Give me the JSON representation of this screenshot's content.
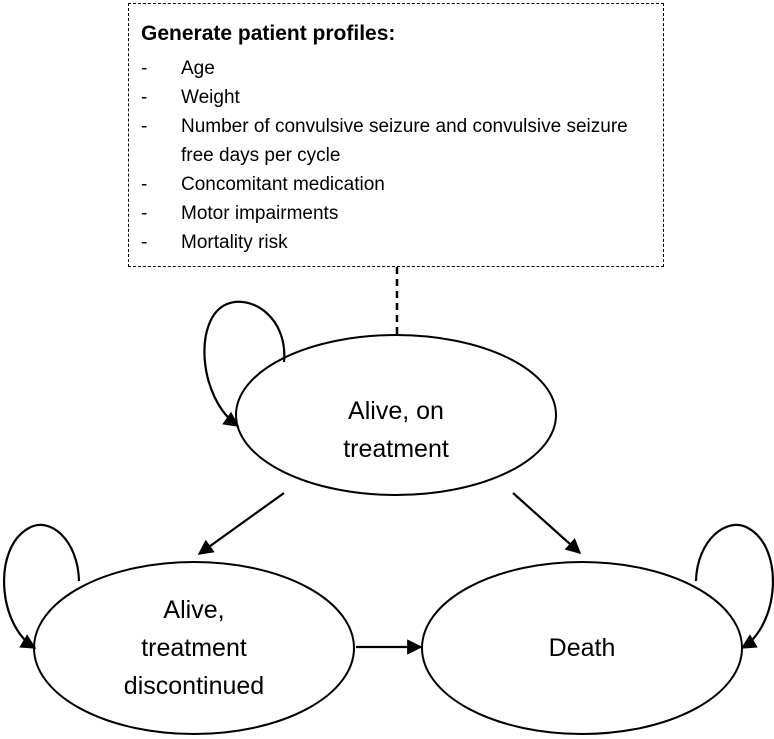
{
  "profile": {
    "title": "Generate patient profiles:",
    "bullet": "-",
    "items": [
      "Age",
      "Weight",
      "Number of convulsive seizure and convulsive seizure free days per cycle",
      "Concomitant medication",
      "Motor impairments",
      "Mortality risk"
    ]
  },
  "nodes": {
    "alive_on_treatment": {
      "line1": "Alive, on",
      "line2": "treatment"
    },
    "alive_discontinued": {
      "line1": "Alive,",
      "line2": "treatment",
      "line3": "discontinued"
    },
    "death": {
      "line1": "Death"
    }
  }
}
